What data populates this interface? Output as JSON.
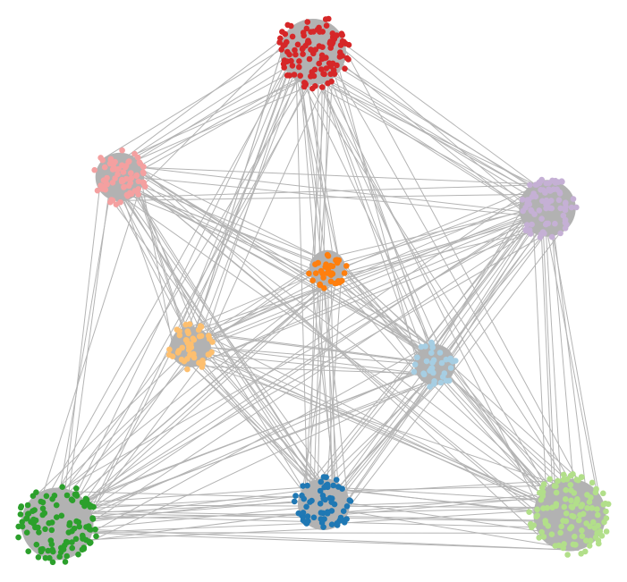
{
  "diagram": {
    "type": "network",
    "background": "#ffffff",
    "edge_color": "#b4b4b4",
    "core_color": "#b2b2b2",
    "clusters": [
      {
        "id": "red",
        "color": "#d62728",
        "node_count": 110
      },
      {
        "id": "pink",
        "color": "#f4a0a0",
        "node_count": 70
      },
      {
        "id": "lavender",
        "color": "#c5b0d5",
        "node_count": 80
      },
      {
        "id": "orange",
        "color": "#ff7f0e",
        "node_count": 35
      },
      {
        "id": "light-orange",
        "color": "#fdbf6f",
        "node_count": 45
      },
      {
        "id": "light-blue",
        "color": "#a6cee3",
        "node_count": 35
      },
      {
        "id": "green",
        "color": "#2ca02c",
        "node_count": 110
      },
      {
        "id": "blue",
        "color": "#1f78b4",
        "node_count": 60
      },
      {
        "id": "light-green",
        "color": "#b2df8a",
        "node_count": 110
      }
    ]
  }
}
